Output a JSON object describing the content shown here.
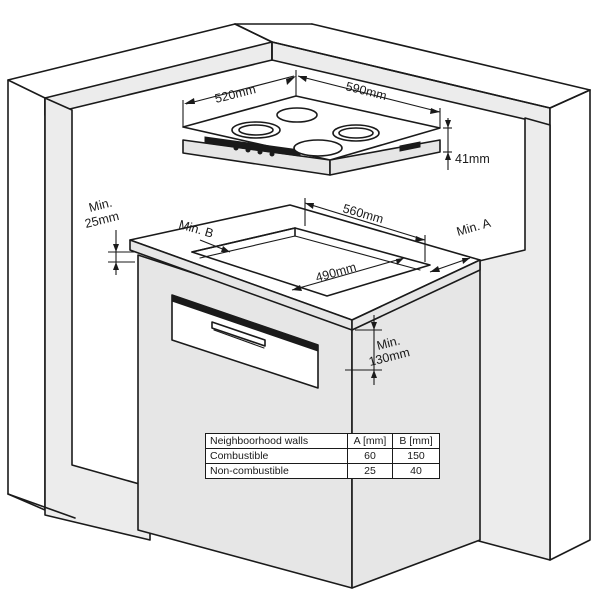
{
  "diagram": {
    "labels": {
      "hob_width": "520mm",
      "hob_depth": "590mm",
      "hob_height": "41mm",
      "cutout_width": "560mm",
      "cutout_depth": "490mm",
      "min_side_wall_a": "Min. A",
      "min_back_wall_b": "Min. B",
      "min_top_gap_line1": "Min.",
      "min_top_gap_line2": "25mm",
      "min_below_line1": "Min.",
      "min_below_line2": "130mm"
    },
    "table": {
      "headers": [
        "Neighboorhood walls",
        "A [mm]",
        "B [mm]"
      ],
      "rows": [
        [
          "Combustible",
          "60",
          "150"
        ],
        [
          "Non-combustible",
          "25",
          "40"
        ]
      ]
    }
  }
}
